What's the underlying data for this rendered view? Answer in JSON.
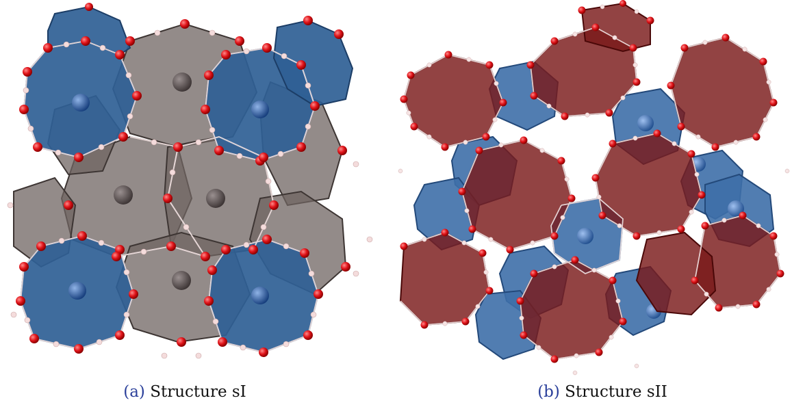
{
  "figure": {
    "panel_a": {
      "tag": "(a)",
      "label": "Structure sI",
      "cage_color": "#2f5f95",
      "large_cage_color": "#6f6462"
    },
    "panel_b": {
      "tag": "(b)",
      "label": "Structure sII",
      "cage_color": "#3e6fa8",
      "large_cage_color": "#7a1a1a"
    },
    "oxygen_color": "#e0141a",
    "hydrogen_color": "#f2dede"
  }
}
